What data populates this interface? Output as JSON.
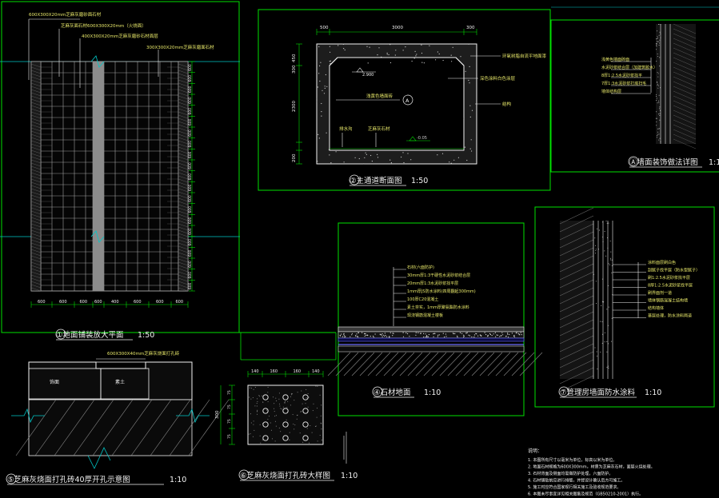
{
  "drawing": {
    "floor_plan": {
      "title": "①地面铺装放大平面",
      "scale": "1:50",
      "note1": "600X300X20mm芝麻灰磨砂面石材",
      "note2": "芝麻灰面石材600X300X20mm（火烧面）",
      "note3": "400X300X20mm芝麻灰磨砂石材面层",
      "note4": "300X300X20mm芝麻灰磨面石材",
      "dims_bottom": [
        "600",
        "600",
        "600",
        "600",
        "400",
        "600",
        "600",
        "600"
      ],
      "dims_right": [
        "600",
        "600",
        "600",
        "600",
        "600",
        "600",
        "600",
        "600",
        "600",
        "600",
        "600",
        "600",
        "600",
        "600",
        "600",
        "600",
        "600",
        "600",
        "600",
        "600",
        "600"
      ]
    },
    "tunnel_section": {
      "title": "②主通道断面图",
      "scale": "1:50",
      "dims_top": [
        "500",
        "3000",
        "300"
      ],
      "dims_left": [
        "450",
        "300",
        "2300",
        "200"
      ],
      "elev1": "2.900",
      "elev2": "-0.05",
      "circle_tag": "A",
      "note_ceiling": "深色涂料白色涂层",
      "note_right1": "环氧树脂自流平地面漆",
      "note_right2": "结构",
      "note_wall": "浅黄色墙面砖",
      "note_floor1": "排水沟",
      "note_floor2": "芝麻灰石材"
    },
    "wall_detail": {
      "title": "Ⓐ墙面装饰做法详图",
      "scale": "1:1",
      "notes": [
        "浅黄色墙面砖面",
        "水泥砂浆结合层（加建筑胶水）",
        "8厚1:2.5水泥砂浆找平",
        "7厚1:3水泥砂浆打底扫毛",
        "墙体结构层"
      ]
    },
    "stone_floor": {
      "title": "④石材地面",
      "scale": "1:10",
      "notes": [
        "石材(六面防护)",
        "30mm厚1:3干硬性水泥砂浆结合层",
        "20mm厚1:3水泥砂浆找平层",
        "1mm厚JS防水涂料(四周翻起300mm)",
        "100厚C20混凝土",
        "素土夯实，1mm厚聚氨酯防水涂料",
        "现浇钢筋混凝土楼板"
      ]
    },
    "pipe_wall": {
      "title": "⑦管理房墙面防水涂料",
      "scale": "1:10",
      "notes": [
        "涂料面层刷白色",
        "刮腻子找平层（防水型腻子）",
        "刷1:2.5水泥砂浆找平层",
        "8厚1:2.5水泥砂浆找平层",
        "刷界面剂一道",
        "墙体钢筋混凝土结构墙",
        "结构墙体",
        "基层处理，防水涂料两道"
      ]
    },
    "drill_section": {
      "title": "⑤芝麻灰烧面打孔砖40厚开孔示意图",
      "scale": "1:10",
      "top_note": "600X300X40mm芝麻灰烧面打孔砖",
      "box1": "饰面",
      "box2": "素土"
    },
    "drill_detail": {
      "title": "⑥芝麻灰烧面打孔砖大样图",
      "scale": "1:10",
      "dims_top": [
        "140",
        "160",
        "160",
        "140"
      ],
      "dim_left": "300",
      "dims_left_small": [
        "75",
        "75",
        "75",
        "75"
      ]
    },
    "notes": {
      "heading": "说明：",
      "items": [
        "1. 本图所有尺寸以毫米为单位，标高以米为单位。",
        "2. 地面石材规格为600X300mm，材质为芝麻灰石材，面层火烧处理。",
        "3. 石材背面及侧面均需做防护处理，六面防护。",
        "4. 石材铺贴前应进行排版，并经设计确认后方可施工。",
        "5. 施工时应符合国家现行相关施工及验收规范要求。",
        "6. 本图未尽事宜详见相关图集及规范（GB50210-2001）执行。"
      ]
    },
    "colors": {
      "frame": "#00e000",
      "cyan": "#00c8c8",
      "yellow": "#e8e86a",
      "white": "#f2f2f2",
      "gray": "#8c8c8c",
      "blue": "#6c6cff"
    }
  }
}
